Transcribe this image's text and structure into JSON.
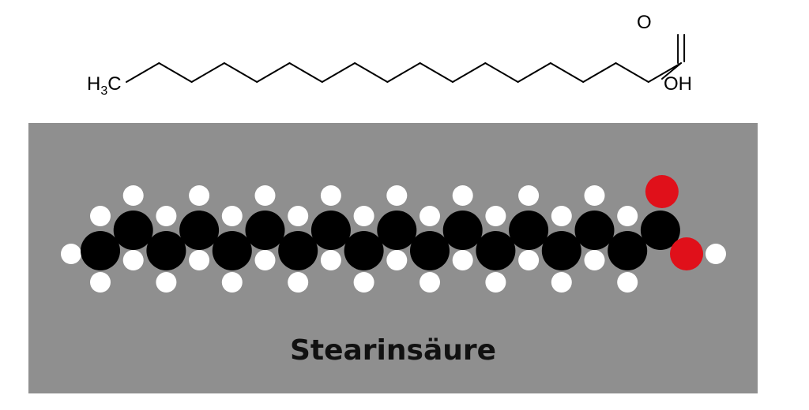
{
  "formula": {
    "terminal_group": "H3C",
    "terminal_group_main": "H",
    "terminal_group_subscript": "3",
    "terminal_group_tail": "C",
    "carbonyl_oxygen": "O",
    "hydroxyl": "OH"
  },
  "model": {
    "name": "Stearinsäure",
    "colors": {
      "panel": "#8f8f8f",
      "carbon": "#000000",
      "hydrogen": "#ffffff",
      "oxygen": "#e0101a"
    },
    "carbon_count": 18,
    "oxygen_count": 2,
    "hydrogen_count": 36
  }
}
